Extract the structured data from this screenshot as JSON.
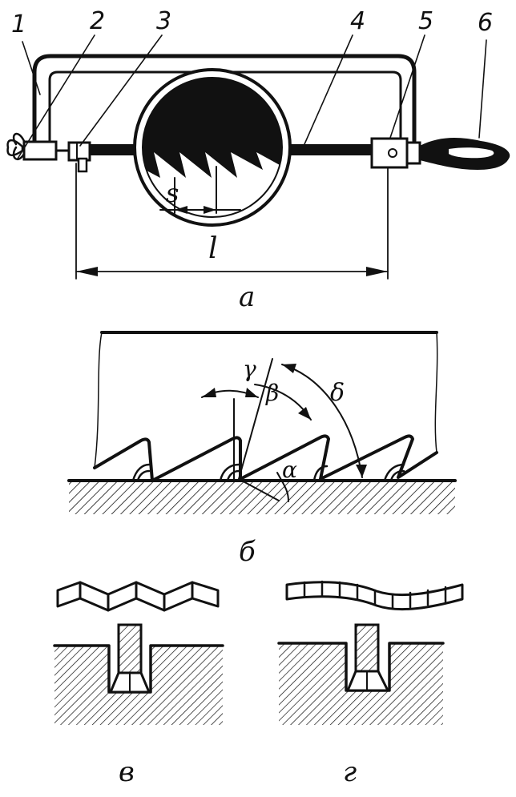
{
  "part_labels": [
    "1",
    "2",
    "3",
    "4",
    "5",
    "6"
  ],
  "dimension_labels": {
    "pitch": "s",
    "length": "l"
  },
  "angle_labels": {
    "gamma": "γ",
    "beta": "β",
    "delta": "δ",
    "alpha": "α"
  },
  "captions": {
    "a": "а",
    "b": "б",
    "c": "в",
    "d": "г"
  },
  "colors": {
    "ink": "#111111",
    "paper": "#ffffff"
  }
}
